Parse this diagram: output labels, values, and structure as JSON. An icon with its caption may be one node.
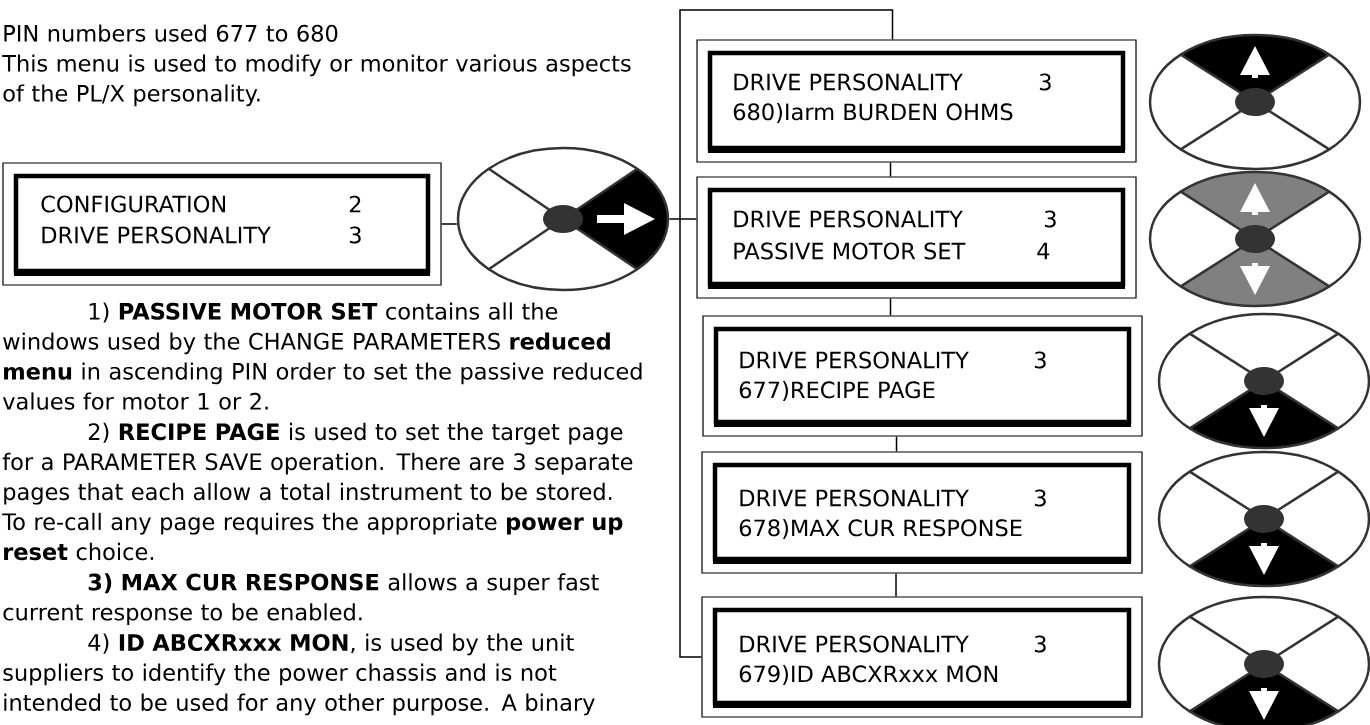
{
  "diagram": {
    "nodes": [
      {
        "text": [
          "CONFIGURATION",
          "2",
          "DRIVE PERSONALITY",
          "3"
        ]
      },
      {
        "text": [],
        "shape": "ellipse"
      },
      {
        "text": [
          "DRIVE PERSONALITY",
          "3",
          "680)Iarm BURDEN OHMS"
        ]
      },
      {
        "text": [],
        "shape": "ellipse"
      },
      {
        "text": [
          "DRIVE PERSONALITY",
          "3",
          "PASSIVE MOTOR SET",
          "4"
        ]
      },
      {
        "text": [],
        "shape": "ellipse"
      },
      {
        "text": [
          "DRIVE PERSONALITY",
          "3",
          "677)RECIPE PAGE"
        ]
      },
      {
        "text": [],
        "shape": "ellipse"
      },
      {
        "text": [
          "DRIVE PERSONALITY",
          "3",
          "678)MAX CUR RESPONSE"
        ]
      },
      {
        "text": [],
        "shape": "ellipse"
      },
      {
        "text": [
          "DRIVE PERSONALITY",
          "3",
          "679)ID ABCXRxxx MON"
        ]
      },
      {
        "text": [],
        "shape": "ellipse"
      }
    ],
    "edges": [
      {
        "from": 0,
        "to": 1,
        "arrow": "none"
      },
      {
        "from": 1,
        "to": 4,
        "arrow": "none"
      },
      {
        "from": 2,
        "to": 4,
        "arrow": "none"
      },
      {
        "from": 4,
        "to": 6,
        "arrow": "none"
      },
      {
        "from": 6,
        "to": 8,
        "arrow": "none"
      },
      {
        "from": 8,
        "to": 10,
        "arrow": "none"
      },
      {
        "from": 10,
        "to": 2,
        "arrow": "none"
      }
    ],
    "labels": [
      "PIN numbers used 677 to 680",
      "This menu is used to modify or monitor various aspects of the PL/X personality.",
      "1) **PASSIVE MOTOR SET** contains all the windows used by the CHANGE PARAMETERS **reduced menu** in ascending PIN order to set the passive reduced values for motor 1 or 2.",
      "2) **RECIPE PAGE** is used to set the target page for a PARAMETER SAVE operation. There are 3 separate pages that each allow a total instrument to be stored. To re-call any page requires the appropriate **power up reset** choice.",
      "**3) MAX CUR RESPONSE** allows a super fast current response to be enabled.",
      "4) **ID ABCXRxxx MON**, is used by the unit suppliers to identify the power chassis and is not intended to be used for any other purpose. A binary"
    ]
  }
}
